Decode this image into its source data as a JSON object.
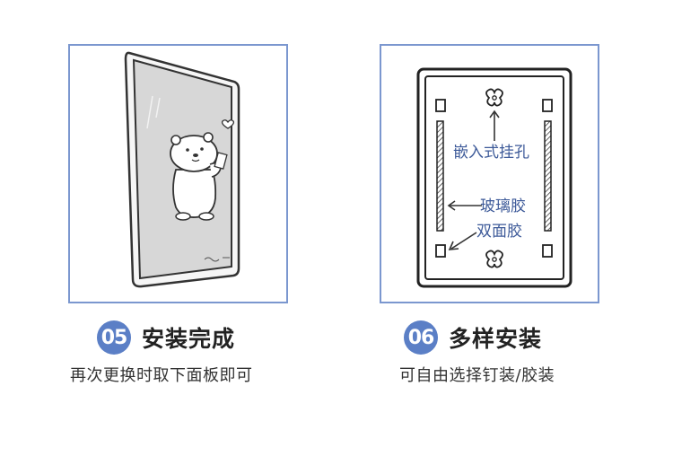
{
  "steps": [
    {
      "number": "05",
      "title": "安装完成",
      "caption": "再次更换时取下面板即可"
    },
    {
      "number": "06",
      "title": "多样安装",
      "caption": "可自由选择钉装/胶装",
      "diagram_labels": {
        "hook": "嵌入式挂孔",
        "glass_glue": "玻璃胶",
        "double_tape": "双面胶"
      }
    }
  ],
  "colors": {
    "accent": "#5b7fc6",
    "panel_border": "#7b97cf",
    "label_text": "#3d5a99"
  }
}
